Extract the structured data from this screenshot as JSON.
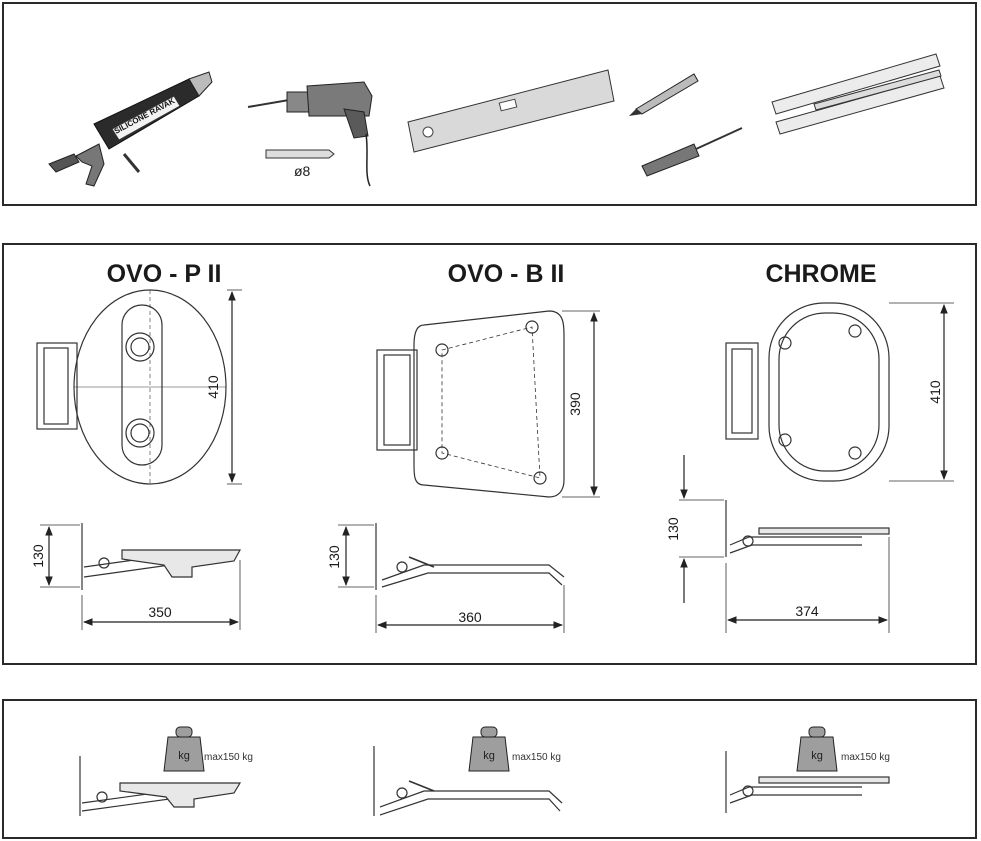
{
  "tools": {
    "silicone_label": "SILICONE RAVAK",
    "drill_bit_label": "ø8"
  },
  "models": [
    {
      "title": "OVO - P II",
      "height": "410",
      "depth": "130",
      "length": "350"
    },
    {
      "title": "OVO - B II",
      "height": "390",
      "depth": "130",
      "length": "360"
    },
    {
      "title": "CHROME",
      "height": "410",
      "depth": "130",
      "length": "374"
    }
  ],
  "load": {
    "weight_label": "kg",
    "max_label": "max150 kg"
  },
  "colors": {
    "border": "#2a2a2a",
    "tool_gray": "#8a8a8a",
    "weight_gray": "#9e9e9e"
  }
}
